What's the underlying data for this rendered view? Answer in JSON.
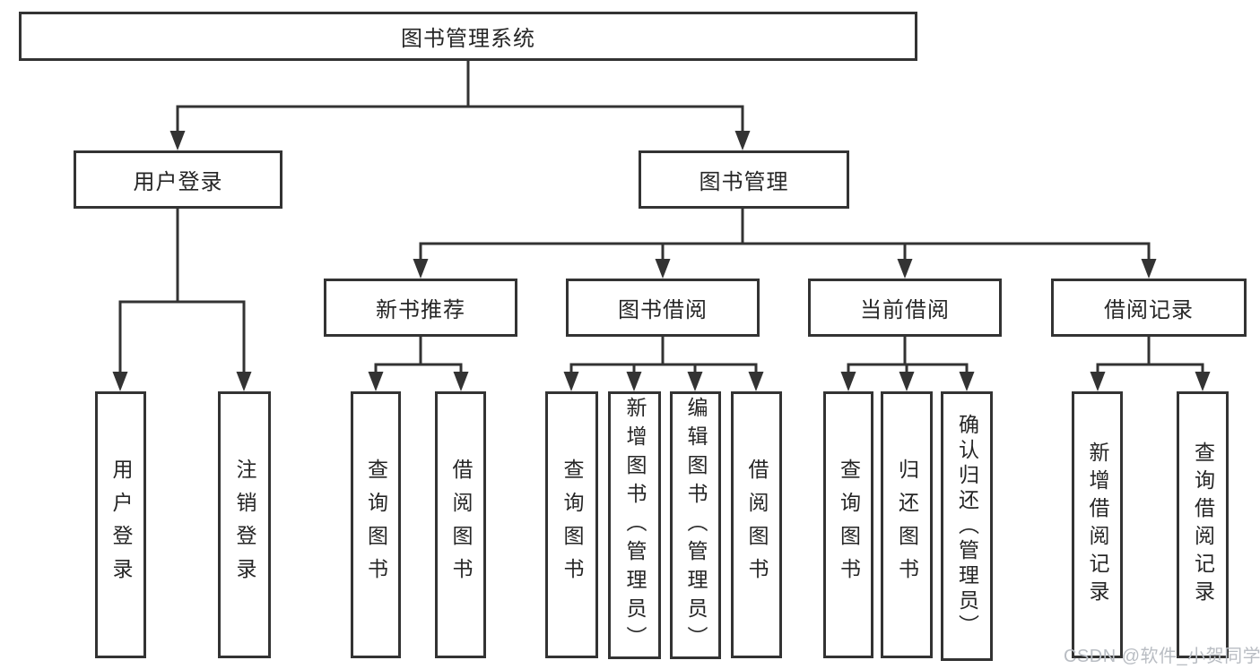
{
  "diagram": {
    "type": "hierarchy",
    "root": {
      "label": "图书管理系统",
      "children": [
        {
          "label": "用户登录",
          "children": [
            {
              "label": "用户登录"
            },
            {
              "label": "注销登录"
            }
          ]
        },
        {
          "label": "图书管理",
          "children": [
            {
              "label": "新书推荐",
              "children": [
                {
                  "label": "查询图书"
                },
                {
                  "label": "借阅图书"
                }
              ]
            },
            {
              "label": "图书借阅",
              "children": [
                {
                  "label": "查询图书"
                },
                {
                  "label": "新增图书（管理员）"
                },
                {
                  "label": "编辑图书（管理员）"
                },
                {
                  "label": "借阅图书"
                }
              ]
            },
            {
              "label": "当前借阅",
              "children": [
                {
                  "label": "查询图书"
                },
                {
                  "label": "归还图书"
                },
                {
                  "label": "确认归还（管理员）"
                }
              ]
            },
            {
              "label": "借阅记录",
              "children": [
                {
                  "label": "新增借阅记录"
                },
                {
                  "label": "查询借阅记录"
                }
              ]
            }
          ]
        }
      ]
    }
  },
  "watermark": {
    "text": "CSDN @软件_小贺同学",
    "color": "#b9bdc3"
  },
  "colors": {
    "line": "#333333",
    "border": "#333333",
    "text": "#262626",
    "background": "#ffffff"
  }
}
